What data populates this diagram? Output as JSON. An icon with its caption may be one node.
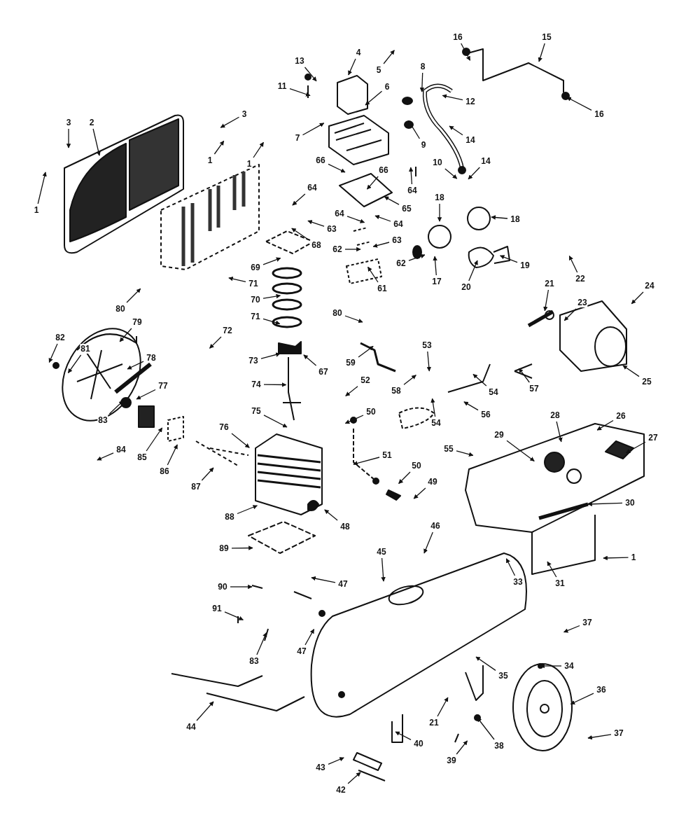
{
  "diagram": {
    "nodes": [
      {
        "text": [
          "13"
        ]
      },
      {
        "text": [
          "11"
        ]
      },
      {
        "text": [
          "4"
        ]
      },
      {
        "text": [
          "5"
        ]
      },
      {
        "text": [
          "6"
        ]
      },
      {
        "text": [
          "8"
        ]
      },
      {
        "text": [
          "16"
        ]
      },
      {
        "text": [
          "15"
        ]
      },
      {
        "text": [
          "12"
        ]
      },
      {
        "text": [
          "16"
        ]
      },
      {
        "text": [
          "14"
        ]
      },
      {
        "text": [
          "14"
        ]
      },
      {
        "text": [
          "3"
        ]
      },
      {
        "text": [
          "2"
        ]
      },
      {
        "text": [
          "3"
        ]
      },
      {
        "text": [
          "1"
        ]
      },
      {
        "text": [
          "1"
        ]
      },
      {
        "text": [
          "7"
        ]
      },
      {
        "text": [
          "9"
        ]
      },
      {
        "text": [
          "10"
        ]
      },
      {
        "text": [
          "1"
        ]
      },
      {
        "text": [
          "66"
        ]
      },
      {
        "text": [
          "66"
        ]
      },
      {
        "text": [
          "64"
        ]
      },
      {
        "text": [
          "64"
        ]
      },
      {
        "text": [
          "65"
        ]
      },
      {
        "text": [
          "64"
        ]
      },
      {
        "text": [
          "64"
        ]
      },
      {
        "text": [
          "63"
        ]
      },
      {
        "text": [
          "63"
        ]
      },
      {
        "text": [
          "62"
        ]
      },
      {
        "text": [
          "62"
        ]
      },
      {
        "text": [
          "61"
        ]
      },
      {
        "text": [
          "17"
        ]
      },
      {
        "text": [
          "18"
        ]
      },
      {
        "text": [
          "18"
        ]
      },
      {
        "text": [
          "19"
        ]
      },
      {
        "text": [
          "20"
        ]
      },
      {
        "text": [
          "68"
        ]
      },
      {
        "text": [
          "69"
        ]
      },
      {
        "text": [
          "71"
        ]
      },
      {
        "text": [
          "70"
        ]
      },
      {
        "text": [
          "71"
        ]
      },
      {
        "text": [
          "72"
        ]
      },
      {
        "text": [
          "73"
        ]
      },
      {
        "text": [
          "67"
        ]
      },
      {
        "text": [
          "74"
        ]
      },
      {
        "text": [
          "75"
        ]
      },
      {
        "text": [
          "76"
        ]
      },
      {
        "text": [
          "80"
        ]
      },
      {
        "text": [
          "80"
        ]
      },
      {
        "text": [
          "79"
        ]
      },
      {
        "text": [
          "82"
        ]
      },
      {
        "text": [
          "81"
        ]
      },
      {
        "text": [
          "78"
        ]
      },
      {
        "text": [
          "77"
        ]
      },
      {
        "text": [
          "83"
        ]
      },
      {
        "text": [
          "84"
        ]
      },
      {
        "text": [
          "85"
        ]
      },
      {
        "text": [
          "86"
        ]
      },
      {
        "text": [
          "87"
        ]
      },
      {
        "text": [
          "21"
        ]
      },
      {
        "text": [
          "22"
        ]
      },
      {
        "text": [
          "23"
        ]
      },
      {
        "text": [
          "24"
        ]
      },
      {
        "text": [
          "25"
        ]
      },
      {
        "text": [
          "59"
        ]
      },
      {
        "text": [
          "53"
        ]
      },
      {
        "text": [
          "52"
        ]
      },
      {
        "text": [
          "58"
        ]
      },
      {
        "text": [
          "54"
        ]
      },
      {
        "text": [
          "57"
        ]
      },
      {
        "text": [
          "56"
        ]
      },
      {
        "text": [
          "50"
        ]
      },
      {
        "text": [
          "54"
        ]
      },
      {
        "text": [
          "55"
        ]
      },
      {
        "text": [
          "51"
        ]
      },
      {
        "text": [
          "50"
        ]
      },
      {
        "text": [
          "49"
        ]
      },
      {
        "text": [
          "26"
        ]
      },
      {
        "text": [
          "28"
        ]
      },
      {
        "text": [
          "27"
        ]
      },
      {
        "text": [
          "29"
        ]
      },
      {
        "text": [
          "30"
        ]
      },
      {
        "text": [
          "88"
        ]
      },
      {
        "text": [
          "48"
        ]
      },
      {
        "text": [
          "89"
        ]
      },
      {
        "text": [
          "46"
        ]
      },
      {
        "text": [
          "45"
        ]
      },
      {
        "text": [
          "1"
        ]
      },
      {
        "text": [
          "33"
        ]
      },
      {
        "text": [
          "31"
        ]
      },
      {
        "text": [
          "90"
        ]
      },
      {
        "text": [
          "47"
        ]
      },
      {
        "text": [
          "91"
        ]
      },
      {
        "text": [
          "47"
        ]
      },
      {
        "text": [
          "83"
        ]
      },
      {
        "text": [
          "37"
        ]
      },
      {
        "text": [
          "34"
        ]
      },
      {
        "text": [
          "35"
        ]
      },
      {
        "text": [
          "36"
        ]
      },
      {
        "text": [
          "44"
        ]
      },
      {
        "text": [
          "21"
        ]
      },
      {
        "text": [
          "40"
        ]
      },
      {
        "text": [
          "38"
        ]
      },
      {
        "text": [
          "39"
        ]
      },
      {
        "text": [
          "37"
        ]
      },
      {
        "text": [
          "43"
        ]
      },
      {
        "text": [
          "42"
        ]
      }
    ],
    "edges": [
      {
        "from": 0,
        "to": null,
        "arrow": "to"
      },
      {
        "from": 1,
        "to": null,
        "arrow": "to"
      },
      {
        "from": 2,
        "to": null,
        "arrow": "to"
      },
      {
        "from": 3,
        "to": null,
        "arrow": "to"
      },
      {
        "from": 4,
        "to": null,
        "arrow": "to"
      },
      {
        "from": 5,
        "to": null,
        "arrow": "to"
      },
      {
        "from": 6,
        "to": null,
        "arrow": "to"
      },
      {
        "from": 7,
        "to": null,
        "arrow": "to"
      },
      {
        "from": 8,
        "to": null,
        "arrow": "to"
      },
      {
        "from": 9,
        "to": null,
        "arrow": "to"
      },
      {
        "from": 10,
        "to": null,
        "arrow": "to"
      },
      {
        "from": 11,
        "to": null,
        "arrow": "to"
      },
      {
        "from": 12,
        "to": null,
        "arrow": "to"
      },
      {
        "from": 13,
        "to": null,
        "arrow": "to"
      },
      {
        "from": 14,
        "to": null,
        "arrow": "to"
      },
      {
        "from": 15,
        "to": null,
        "arrow": "to"
      },
      {
        "from": 16,
        "to": null,
        "arrow": "to"
      },
      {
        "from": 17,
        "to": null,
        "arrow": "to"
      },
      {
        "from": 18,
        "to": null,
        "arrow": "to"
      },
      {
        "from": 19,
        "to": null,
        "arrow": "to"
      },
      {
        "from": 20,
        "to": null,
        "arrow": "to"
      },
      {
        "from": 21,
        "to": null,
        "arrow": "to"
      },
      {
        "from": 22,
        "to": null,
        "arrow": "to"
      },
      {
        "from": 23,
        "to": null,
        "arrow": "to"
      },
      {
        "from": 24,
        "to": null,
        "arrow": "to"
      },
      {
        "from": 25,
        "to": null,
        "arrow": "to"
      },
      {
        "from": 26,
        "to": null,
        "arrow": "to"
      },
      {
        "from": 27,
        "to": null,
        "arrow": "to"
      },
      {
        "from": 28,
        "to": null,
        "arrow": "to"
      },
      {
        "from": 29,
        "to": null,
        "arrow": "to"
      },
      {
        "from": 30,
        "to": null,
        "arrow": "to"
      },
      {
        "from": 31,
        "to": null,
        "arrow": "to"
      },
      {
        "from": 32,
        "to": null,
        "arrow": "to"
      },
      {
        "from": 33,
        "to": null,
        "arrow": "to"
      },
      {
        "from": 34,
        "to": null,
        "arrow": "to"
      },
      {
        "from": 35,
        "to": null,
        "arrow": "to"
      },
      {
        "from": 36,
        "to": null,
        "arrow": "to"
      },
      {
        "from": 37,
        "to": null,
        "arrow": "to"
      },
      {
        "from": 38,
        "to": null,
        "arrow": "to"
      },
      {
        "from": 39,
        "to": null,
        "arrow": "to"
      },
      {
        "from": 40,
        "to": null,
        "arrow": "to"
      },
      {
        "from": 41,
        "to": null,
        "arrow": "to"
      },
      {
        "from": 42,
        "to": null,
        "arrow": "to"
      },
      {
        "from": 43,
        "to": null,
        "arrow": "to"
      },
      {
        "from": 44,
        "to": null,
        "arrow": "to"
      },
      {
        "from": 45,
        "to": null,
        "arrow": "to"
      },
      {
        "from": 46,
        "to": null,
        "arrow": "to"
      },
      {
        "from": 47,
        "to": null,
        "arrow": "to"
      },
      {
        "from": 48,
        "to": null,
        "arrow": "to"
      },
      {
        "from": 49,
        "to": null,
        "arrow": "to"
      },
      {
        "from": 50,
        "to": null,
        "arrow": "to"
      },
      {
        "from": 51,
        "to": null,
        "arrow": "to"
      },
      {
        "from": 52,
        "to": null,
        "arrow": "to"
      },
      {
        "from": 53,
        "to": null,
        "arrow": "to"
      },
      {
        "from": 54,
        "to": null,
        "arrow": "to"
      },
      {
        "from": 55,
        "to": null,
        "arrow": "to"
      },
      {
        "from": 56,
        "to": null,
        "arrow": "to"
      },
      {
        "from": 57,
        "to": null,
        "arrow": "to"
      },
      {
        "from": 58,
        "to": null,
        "arrow": "to"
      },
      {
        "from": 59,
        "to": null,
        "arrow": "to"
      },
      {
        "from": 60,
        "to": null,
        "arrow": "to"
      },
      {
        "from": 61,
        "to": null,
        "arrow": "to"
      },
      {
        "from": 62,
        "to": null,
        "arrow": "to"
      },
      {
        "from": 63,
        "to": null,
        "arrow": "to"
      },
      {
        "from": 64,
        "to": null,
        "arrow": "to"
      },
      {
        "from": 65,
        "to": null,
        "arrow": "to"
      },
      {
        "from": 66,
        "to": null,
        "arrow": "to"
      },
      {
        "from": 67,
        "to": null,
        "arrow": "to"
      },
      {
        "from": 68,
        "to": null,
        "arrow": "to"
      },
      {
        "from": 69,
        "to": null,
        "arrow": "to"
      },
      {
        "from": 70,
        "to": null,
        "arrow": "to"
      },
      {
        "from": 71,
        "to": null,
        "arrow": "to"
      },
      {
        "from": 72,
        "to": null,
        "arrow": "to"
      },
      {
        "from": 73,
        "to": null,
        "arrow": "to"
      },
      {
        "from": 74,
        "to": null,
        "arrow": "to"
      },
      {
        "from": 75,
        "to": null,
        "arrow": "to"
      },
      {
        "from": 76,
        "to": null,
        "arrow": "to"
      },
      {
        "from": 77,
        "to": null,
        "arrow": "to"
      },
      {
        "from": 78,
        "to": null,
        "arrow": "to"
      },
      {
        "from": 79,
        "to": null,
        "arrow": "to"
      },
      {
        "from": 80,
        "to": null,
        "arrow": "to"
      },
      {
        "from": 81,
        "to": null,
        "arrow": "to"
      },
      {
        "from": 82,
        "to": null,
        "arrow": "to"
      },
      {
        "from": 83,
        "to": null,
        "arrow": "to"
      },
      {
        "from": 84,
        "to": null,
        "arrow": "to"
      },
      {
        "from": 85,
        "to": null,
        "arrow": "to"
      },
      {
        "from": 86,
        "to": null,
        "arrow": "to"
      },
      {
        "from": 87,
        "to": null,
        "arrow": "to"
      },
      {
        "from": 88,
        "to": null,
        "arrow": "to"
      },
      {
        "from": 89,
        "to": null,
        "arrow": "to"
      },
      {
        "from": 90,
        "to": null,
        "arrow": "to"
      },
      {
        "from": 91,
        "to": null,
        "arrow": "to"
      },
      {
        "from": 92,
        "to": null,
        "arrow": "to"
      },
      {
        "from": 93,
        "to": null,
        "arrow": "to"
      },
      {
        "from": 94,
        "to": null,
        "arrow": "to"
      },
      {
        "from": 95,
        "to": null,
        "arrow": "to"
      },
      {
        "from": 96,
        "to": null,
        "arrow": "to"
      },
      {
        "from": 97,
        "to": null,
        "arrow": "to"
      },
      {
        "from": 98,
        "to": null,
        "arrow": "to"
      },
      {
        "from": 99,
        "to": null,
        "arrow": "to"
      },
      {
        "from": 100,
        "to": null,
        "arrow": "to"
      },
      {
        "from": 101,
        "to": null,
        "arrow": "to"
      },
      {
        "from": 102,
        "to": null,
        "arrow": "to"
      },
      {
        "from": 103,
        "to": null,
        "arrow": "to"
      },
      {
        "from": 104,
        "to": null,
        "arrow": "to"
      },
      {
        "from": 105,
        "to": null,
        "arrow": "to"
      },
      {
        "from": 106,
        "to": null,
        "arrow": "to"
      },
      {
        "from": 107,
        "to": null,
        "arrow": "to"
      },
      {
        "from": 108,
        "to": null,
        "arrow": "to"
      }
    ]
  }
}
